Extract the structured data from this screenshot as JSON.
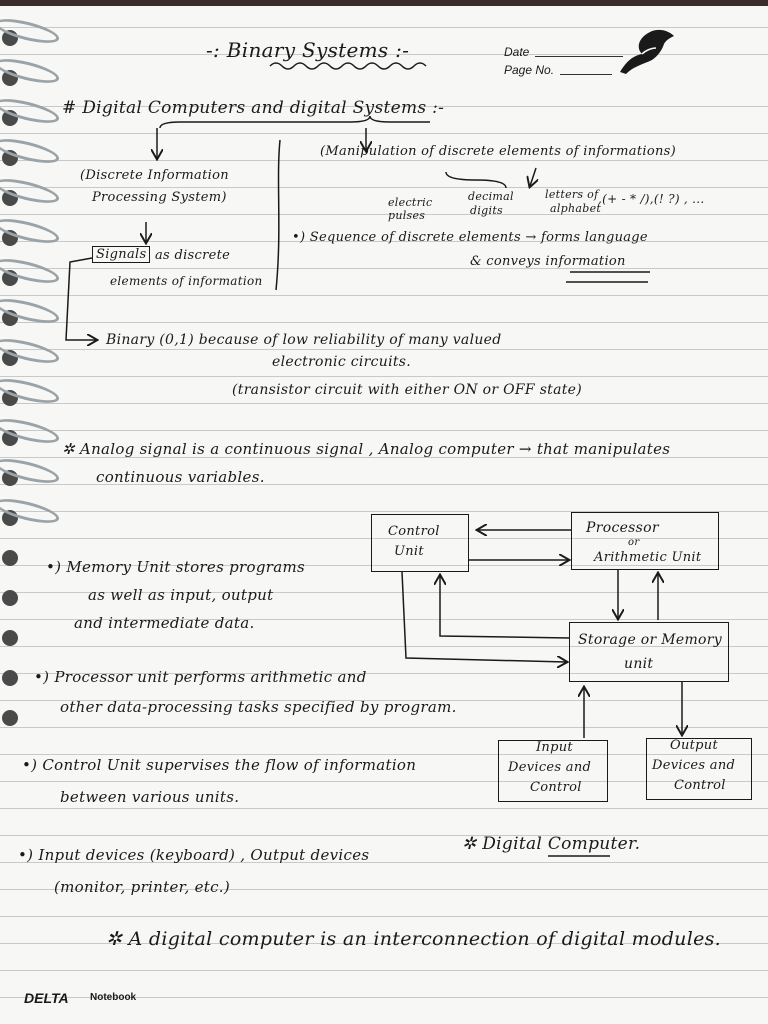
{
  "header": {
    "title": "-: Binary Systems :-",
    "date_label": "Date",
    "page_label": "Page No."
  },
  "notes": {
    "heading": "# Digital Computers and digital Systems :-",
    "discrete_info": [
      "(Discrete Information",
      "Processing System)"
    ],
    "manipulation": "(Manipulation of discrete elements of informations)",
    "electric_pulses": [
      "electric",
      "pulses"
    ],
    "decimal_digits": [
      "decimal",
      "digits"
    ],
    "letters": [
      "letters of",
      "alphabet"
    ],
    "symbols": ",(+ - * /),(! ?) , ...",
    "sequence": "•) Sequence of discrete elements → forms language",
    "conveys": "& conveys information",
    "signals": "Signals",
    "as_discrete": "as discrete",
    "elements_info": "elements of information",
    "binary_line1": "Binary (0,1) because of low reliability of many valued",
    "binary_line2": "electronic circuits.",
    "transistor": "(transistor circuit with either ON or OFF state)",
    "analog_line1": "✲ Analog signal is a continuous signal , Analog computer → that manipulates",
    "analog_line2": "continuous variables.",
    "memory_lines": [
      "•) Memory Unit stores programs",
      "as well as input, output",
      "and intermediate data."
    ],
    "processor_lines": [
      "•) Processor unit performs arithmetic and",
      "other data-processing tasks specified by program."
    ],
    "control_lines": [
      "•) Control Unit supervises the flow of information",
      "between various units."
    ],
    "input_lines": [
      "•) Input devices (keyboard) , Output devices",
      "(monitor, printer, etc.)"
    ],
    "digital_computer_label": "✲ Digital Computer.",
    "conclusion": "✲ A digital computer is an interconnection of digital modules."
  },
  "diagram": {
    "control_unit": [
      "Control",
      "Unit"
    ],
    "processor": [
      "Processor",
      "or",
      "Arithmetic Unit"
    ],
    "storage": [
      "Storage or Memory",
      "unit"
    ],
    "input_box": [
      "Input",
      "Devices and",
      "Control"
    ],
    "output_box": [
      "Output",
      "Devices and",
      "Control"
    ]
  },
  "footer": {
    "brand": "DELTA",
    "brand_sub": "Notebook"
  },
  "colors": {
    "paper": "#f7f7f5",
    "rule_line": "#c9c9c9",
    "ink": "#1a1a1a",
    "spiral": "#9aa3a8"
  },
  "icons": {
    "logo": "horse-head-logo"
  }
}
